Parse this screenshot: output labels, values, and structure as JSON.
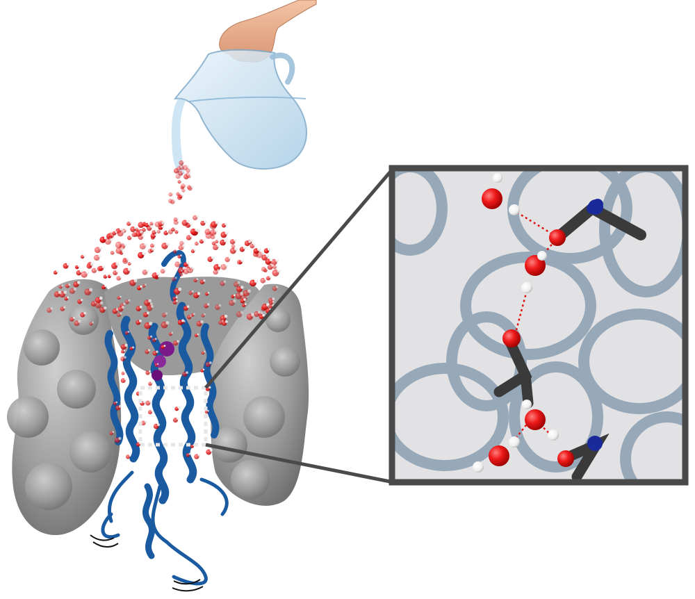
{
  "figure": {
    "elements": [
      {
        "name": "hand",
        "icon": "hand-icon"
      },
      {
        "name": "water-pitcher",
        "icon": "pitcher-icon"
      },
      {
        "name": "water-molecules",
        "icon": "water-molecule-icon"
      },
      {
        "name": "membrane-surface",
        "icon": "membrane-icon"
      },
      {
        "name": "protein-ribbon",
        "icon": "helix-icon"
      },
      {
        "name": "highlight-box",
        "icon": "dashed-square-icon"
      },
      {
        "name": "zoom-inset",
        "icon": "magnifier-icon"
      }
    ],
    "colors": {
      "protein": "#1a5aa0",
      "membrane": "#8c8c8c",
      "oxygen": "#e01010",
      "hydrogen": "#f4f4f4",
      "nitrogen": "#1a2a9a",
      "carbon": "#3a3a3a",
      "ligand": "#7a1a8a",
      "inset_background": "#e2e2e4",
      "inset_helix": "#5a7a96",
      "hbond": "#e01010",
      "frame": "#4a4a4a"
    }
  }
}
